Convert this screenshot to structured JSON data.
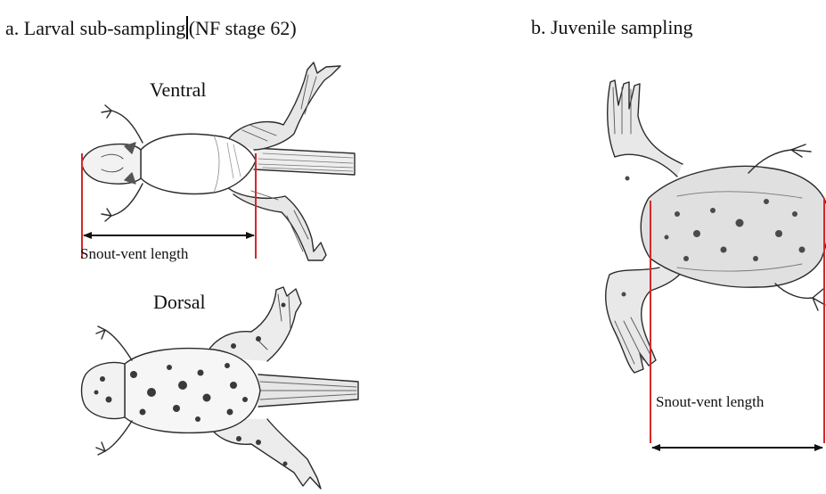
{
  "panel_a": {
    "title_before_caret": "a. Larval sub-sampling",
    "title_after_caret": "(NF stage 62)",
    "ventral_label": "Ventral",
    "dorsal_label": "Dorsal",
    "measure_label": "Snout-vent length"
  },
  "panel_b": {
    "title": "b. Juvenile sampling",
    "measure_label": "Snout-vent length"
  },
  "colors": {
    "marker_line": "#d62828",
    "arrow": "#111111",
    "ink": "#2b2b2b",
    "spots": "#3a3a3a"
  }
}
